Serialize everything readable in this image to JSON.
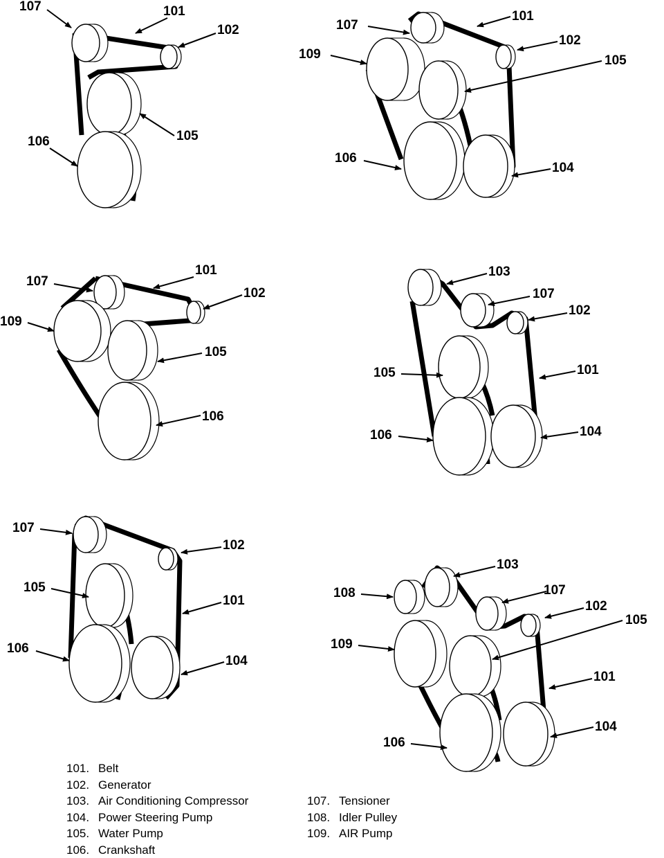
{
  "diagrams": [
    {
      "id": "a",
      "callouts": [
        "107",
        "101",
        "102",
        "105",
        "106"
      ]
    },
    {
      "id": "b",
      "callouts": [
        "107",
        "101",
        "102",
        "109",
        "105",
        "106",
        "104"
      ]
    },
    {
      "id": "c",
      "callouts": [
        "101",
        "107",
        "102",
        "109",
        "105",
        "106"
      ]
    },
    {
      "id": "d",
      "callouts": [
        "103",
        "107",
        "102",
        "105",
        "101",
        "106",
        "104"
      ]
    },
    {
      "id": "e",
      "callouts": [
        "107",
        "102",
        "105",
        "101",
        "106",
        "104"
      ]
    },
    {
      "id": "f",
      "callouts": [
        "103",
        "108",
        "107",
        "102",
        "105",
        "109",
        "101",
        "106",
        "104"
      ]
    }
  ],
  "legend": {
    "left": [
      {
        "num": "101.",
        "label": "Belt"
      },
      {
        "num": "102.",
        "label": "Generator"
      },
      {
        "num": "103.",
        "label": "Air Conditioning Compressor"
      },
      {
        "num": "104.",
        "label": "Power Steering Pump"
      },
      {
        "num": "105.",
        "label": "Water Pump"
      },
      {
        "num": "106.",
        "label": "Crankshaft"
      }
    ],
    "right": [
      {
        "num": "107.",
        "label": "Tensioner"
      },
      {
        "num": "108.",
        "label": "Idler Pulley"
      },
      {
        "num": "109.",
        "label": "AIR Pump"
      }
    ]
  }
}
